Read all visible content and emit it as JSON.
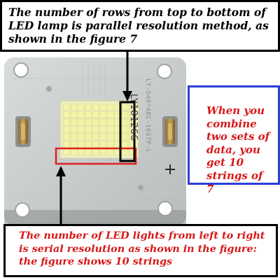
{
  "callouts": {
    "top": "The number of rows from top to bottom of LED lamp is parallel resolution method, as shown in the figure 7",
    "right": "When you combine two sets of data, you get 10 strings of 7",
    "bottom": "The number of LED lights from left to right is serial resolution as shown in the figure: the figure shows 10 strings"
  },
  "board": {
    "lot_code": "LY181266",
    "model_text": "LY-D40*40C-10S7P-L",
    "polarity_mark": "+"
  },
  "led_array": {
    "rows": 7,
    "columns": 10
  },
  "colors": {
    "right_box_border": "#2b3fd6",
    "callout_red_text": "#d81818",
    "highlight_red": "#e02020",
    "led_yellow": "#f4f4a8"
  }
}
